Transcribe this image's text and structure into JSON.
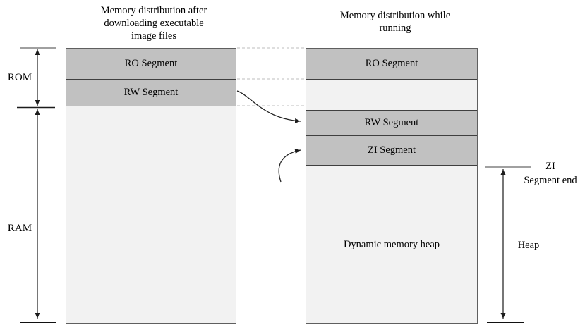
{
  "colors": {
    "segment_dark": "#c1c1c1",
    "segment_light": "#f2f2f2",
    "box_border": "#3f3f3f",
    "outer_border": "#5f5f5f",
    "tick_gray": "#a0a0a0",
    "line_black": "#1c1c1c",
    "dashed_gray": "#c9c9c9",
    "text": "#000000"
  },
  "left_diagram": {
    "title_lines": [
      "Memory distribution after",
      "downloading executable",
      "image files"
    ],
    "ro_label": "RO Segment",
    "rw_label": "RW Segment",
    "rom_label": "ROM",
    "ram_label": "RAM"
  },
  "right_diagram": {
    "title_lines": [
      "Memory distribution while",
      "running"
    ],
    "ro_label": "RO Segment",
    "rw_label": "RW Segment",
    "zi_label": "ZI Segment",
    "heap_area_label": "Dynamic memory heap",
    "zi_end_lines": [
      "ZI",
      "Segment end"
    ],
    "heap_label": "Heap"
  }
}
